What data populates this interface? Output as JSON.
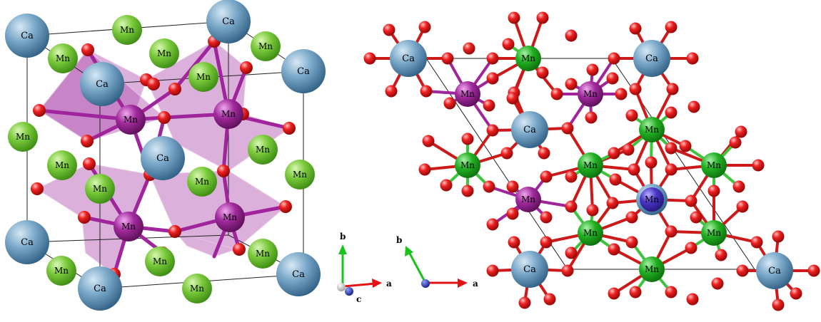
{
  "labels": {
    "ca": "Ca",
    "mn": "Mn"
  },
  "axes_left": {
    "b": "b",
    "a": "a",
    "c": "c"
  },
  "axes_right": {
    "b": "b",
    "a": "a"
  },
  "colors": {
    "ca_fill": "#5b8fb5",
    "ca_light": "#b9d6ea",
    "mn_green": "#5fbf2a",
    "mn_green_light": "#b5ea7e",
    "mn_bright_green": "#1fa81f",
    "mn_purple": "#8e1e8a",
    "mn_purple_light": "#d65fd2",
    "mn_blue": "#4a35c4",
    "oxygen": "#e01414",
    "oxygen_light": "#ff8a8a",
    "polyhedron": "#b04fb0",
    "bond_purple": "#a0249c",
    "bond_green": "#3cc43c",
    "axis_green": "#19c419",
    "axis_red": "#e01414",
    "axis_blue": "#1d2bb8"
  }
}
